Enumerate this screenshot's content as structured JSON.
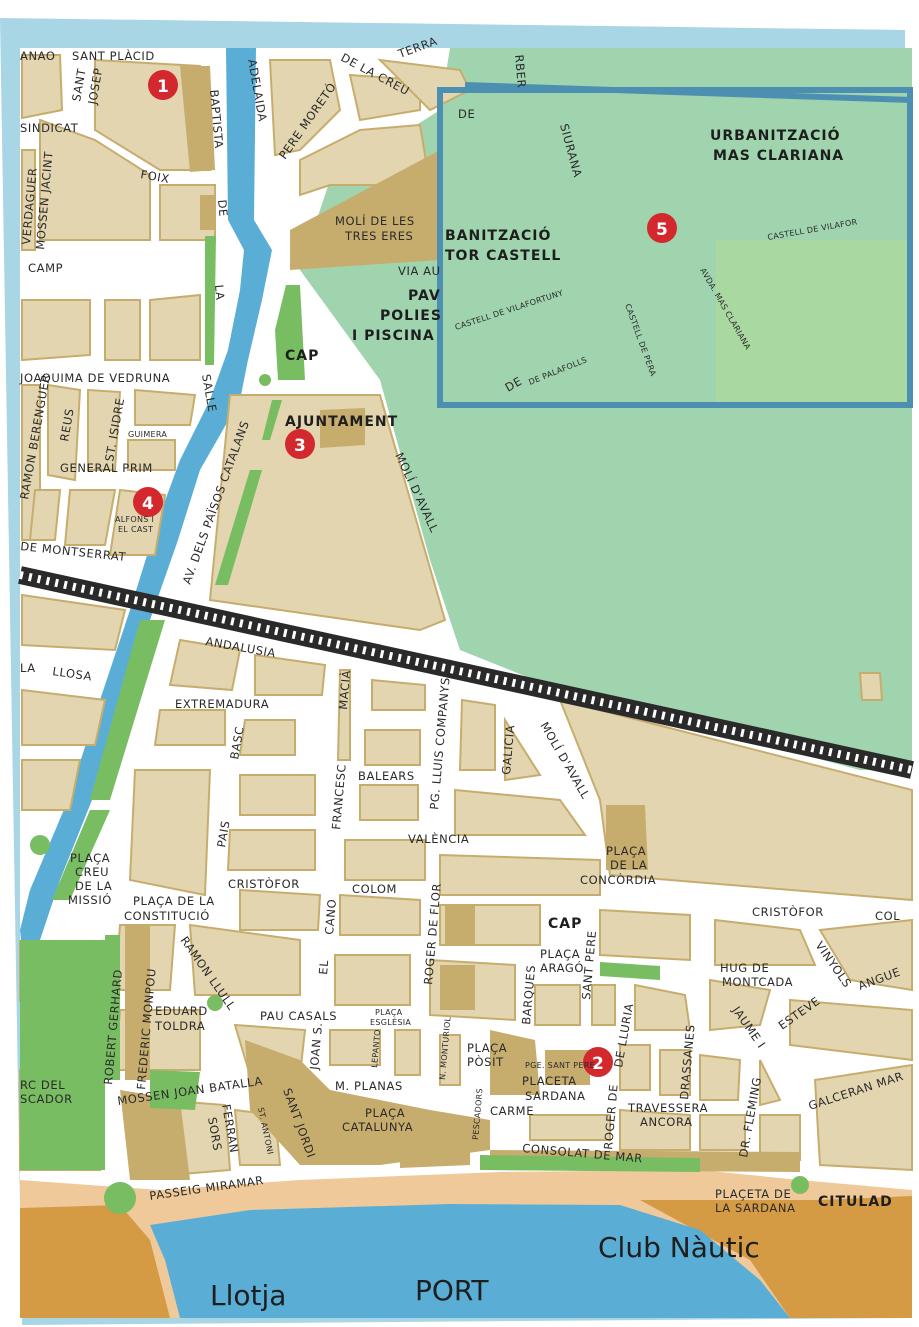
{
  "colors": {
    "water": "#5aaed6",
    "park": "#9fd4ae",
    "green": "#79bd63",
    "block": "#e2d5b0",
    "block_edge": "#c7ad6d",
    "dark_block": "#c7ad6d",
    "sand": "#efc99a",
    "orange": "#d59a44",
    "pin": "#d3282e",
    "frame": "#4d8fb0"
  },
  "icons": {
    "pin": "red-circle-marker",
    "railway": "railway-track"
  },
  "pins": [
    {
      "number": "1"
    },
    {
      "number": "2"
    },
    {
      "number": "3"
    },
    {
      "number": "4"
    },
    {
      "number": "5"
    }
  ],
  "areas": {
    "urb_mas": [
      "URBANITZACIÓ",
      "MAS CLARIANA"
    ],
    "urb_castell": [
      "BANITZACIÓ",
      "TOR CASTELL"
    ],
    "molí": [
      "MOLÍ DE LES",
      "TRES ERES"
    ],
    "pav": [
      "PAV",
      "POLIES",
      "I PISCINA"
    ],
    "cap1": "CAP",
    "cap2": "CAP",
    "ajuntament": "AJUNTAMENT",
    "citulad": "CITULAD",
    "club": "Club Nàutic",
    "llotja": "Llotja",
    "port": "PORT",
    "concordia": [
      "PLAÇA",
      "DE LA",
      "CONCÒRDIA"
    ],
    "arago": [
      "PLAÇA",
      "ARAGÓ"
    ],
    "creu": [
      "PLAÇA",
      "CREU",
      "DE LA",
      "MISSIÓ"
    ],
    "constitucio": [
      "PLAÇA DE LA",
      "CONSTITUCIÓ"
    ],
    "posit": [
      "PLAÇA",
      "PÒSIT"
    ],
    "sardana": [
      "PLACETA",
      "SARDANA"
    ],
    "catalunya": [
      "PLAÇA",
      "CATALUNYA"
    ],
    "placeta_sardana": [
      "PLAÇETA DE",
      "LA SARDANA"
    ],
    "parc": [
      "RC DEL",
      "SCADOR"
    ],
    "placa_esglesia": [
      "PLAÇA",
      "ESGLÉSIA"
    ],
    "alfons": [
      "ALFONS I",
      "EL CAST"
    ]
  },
  "streets": {
    "anao": "ANAO",
    "sant_placid": "SANT PLÀCID",
    "sant_josep": [
      "SANT",
      "JOSEP"
    ],
    "sindicat": "SINDICAT",
    "mossen_jacint": "MOSSEN JACINT",
    "verdaguer": "VERDAGUER",
    "foix": "FOIX",
    "baptista": "BAPTISTA",
    "de": "DE",
    "la": "LA",
    "salle": "SALLE",
    "camp": "CAMP",
    "adelaida": "ADELAIDA",
    "pere_moreto": "PERE MORETÓ",
    "de_la_creu": "DE LA CREU",
    "terra": "TERRA",
    "rber": "RBER",
    "de_s": "DE",
    "siurana": "SIURANA",
    "via_au": "VIA AU",
    "castell_vilafor": "CASTELL DE VILAFOR",
    "castell_vilafortuny": "CASTELL DE VILAFORTUNY",
    "de_palafolls": "DE PALAFOLLS",
    "castell_de_pera": "CASTELL DE PERA",
    "avda_mas_clariana": "AVDA. MAS CLARIANA",
    "de_z": "DE",
    "joaquima": "JOAQUIMA DE VEDRUNA",
    "ramon_berenguer": "RAMON BERENGUER",
    "reus": "REUS",
    "st_isidre": "ST. ISIDRE",
    "guimera": "GUIMERA",
    "general_prim": "GENERAL PRIM",
    "de_montserrat": "DE MONTSERRAT",
    "av_paisos": "AV. DELS PAÏSOS CATALANS",
    "moli_avall": "MOLÍ D'AVALL",
    "moli_avall2": "MOLÍ D'AVALL",
    "andalusia": "ANDALUSIA",
    "llosa": "LLOSA",
    "la2": "LA",
    "extremadura": "EXTREMADURA",
    "basc": "BASC",
    "pais": "PAIS",
    "francesc": "FRANCESC",
    "macia": "MACIÀ",
    "balears": "BALEARS",
    "pg_lluis": "PG. LLUIS COMPANYS",
    "galicia": "GALICIA",
    "valencia": "VALÈNCIA",
    "cristofor": "CRISTÒFOR",
    "colom": "COLOM",
    "cristofor2": "CRISTÒFOR",
    "col": "COL",
    "cano": "CANO",
    "el": "EL",
    "roger_flor": "ROGER DE FLOR",
    "barques": "BARQUES",
    "sant_pere": "SANT PERE",
    "hug_montcada": [
      "HUG DE",
      "MONTCADA"
    ],
    "vinyols": "VINYOLS",
    "angue": "ANGUE",
    "esteve": "ESTEVE",
    "jaume_i": "JAUME I",
    "drassanes": "DRASSANES",
    "de_lluria": "DE LLURIA",
    "galceran": "GALCERAN MAR",
    "dr_fleming": "DR. FLEMING",
    "travessera": [
      "TRAVESSERA",
      "ANCORA"
    ],
    "roger_de": "ROGER DE",
    "robert_gerhard": "ROBERT GERHARD",
    "frederic_mompou": "FREDERIC MONPOU",
    "ramon_llull": "RAMON LLULL",
    "eduard_toldra": [
      "EDUARD",
      "TOLDRA"
    ],
    "pau_casals": "PAU CASALS",
    "joan_s": "JOAN S.",
    "lepanto": "LEPANTO",
    "n_monturiol": "N. MONTURIOL",
    "m_planas": "M. PLANAS",
    "pge_sant_pere": "PGE. SANT PERE",
    "carme": "CARME",
    "pescadors": "PESCADORS",
    "consolat": "CONSOLAT DE MAR",
    "mossen_joan": "MOSSEN JOAN BATALLA",
    "ferran_sors": [
      "FERRAN",
      "SORS"
    ],
    "st_antoni": "ST. ANTONI",
    "sant_jordi": "SANT JORDI",
    "passeig": "PASSEIG MIRAMAR"
  }
}
